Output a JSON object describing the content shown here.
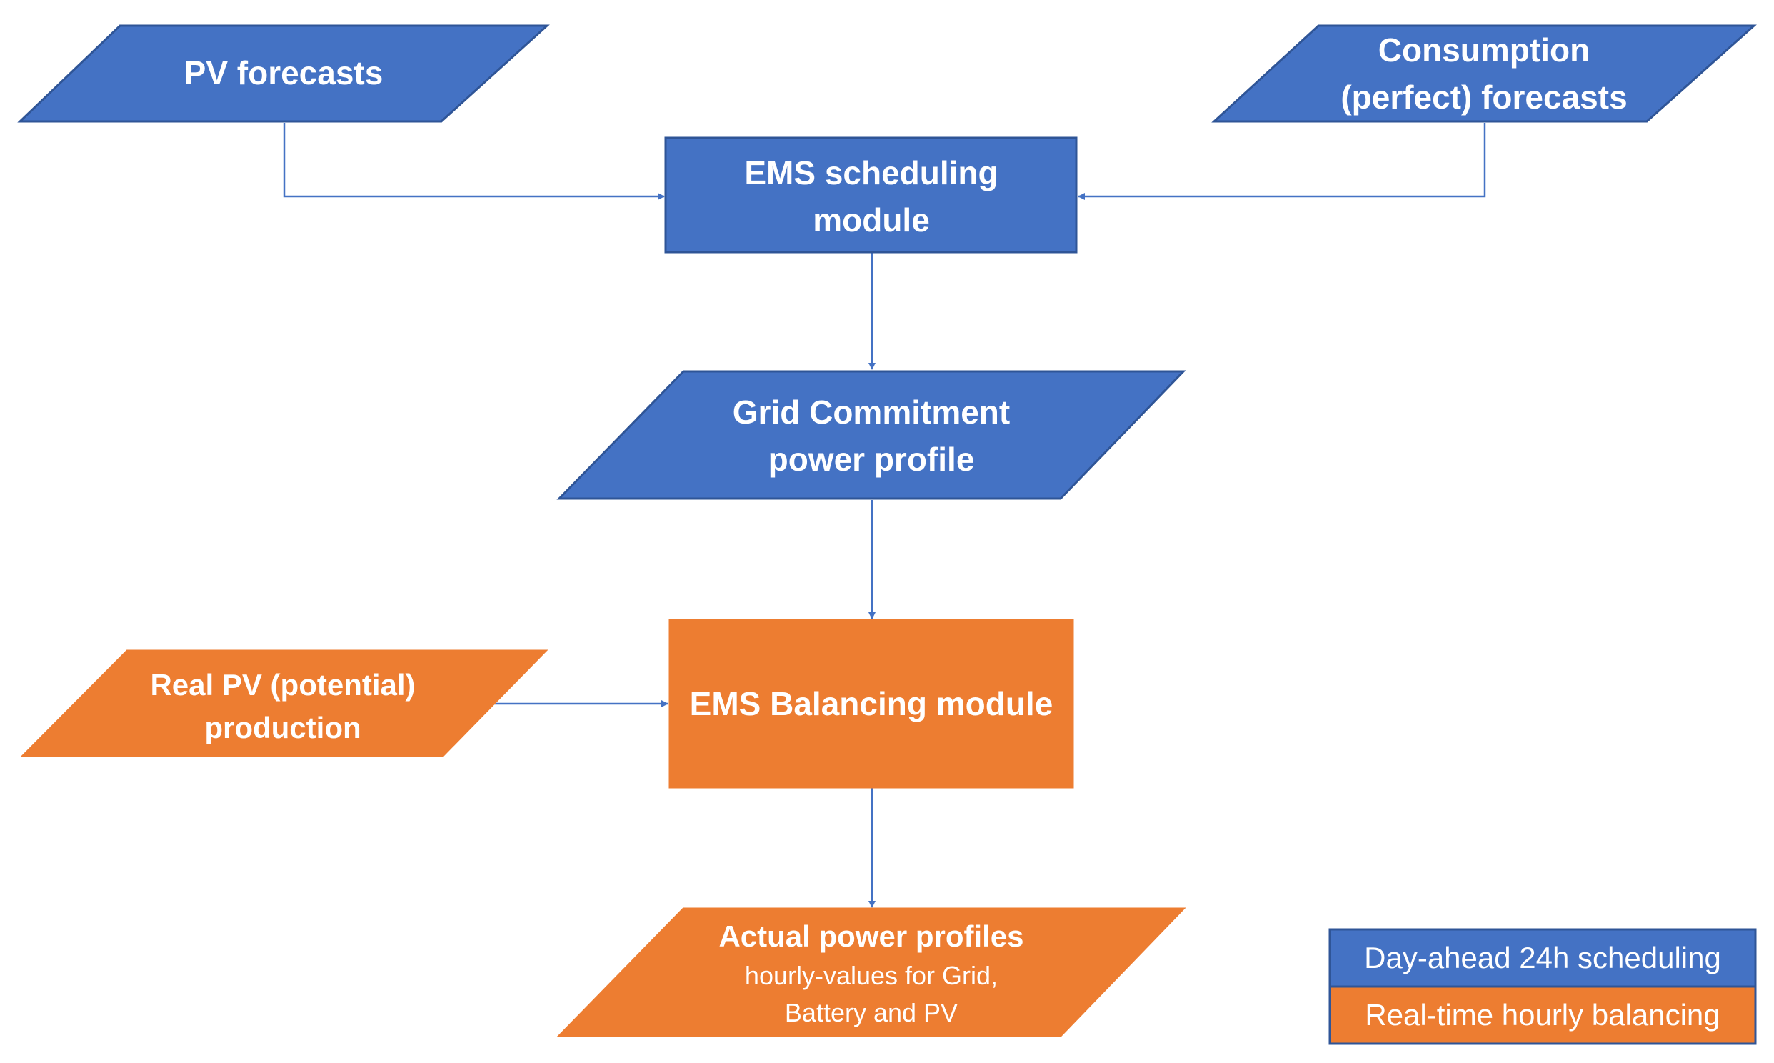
{
  "colors": {
    "day_ahead": "#4472C4",
    "real_time": "#ED7D31",
    "outline": "#2F5597"
  },
  "nodes": {
    "pv_forecasts": {
      "line1": "PV forecasts"
    },
    "consumption_forecasts": {
      "line1": "Consumption",
      "line2": "(perfect) forecasts"
    },
    "ems_scheduling": {
      "line1": "EMS scheduling",
      "line2": "module"
    },
    "grid_commitment": {
      "line1": "Grid Commitment",
      "line2": "power profile"
    },
    "real_pv": {
      "line1": "Real PV (potential)",
      "line2": "production"
    },
    "ems_balancing": {
      "line1": "EMS Balancing module"
    },
    "actual_profiles": {
      "line1": "Actual power profiles",
      "line2": "hourly-values for Grid,",
      "line3": "Battery and PV"
    }
  },
  "legend": {
    "day_ahead": "Day-ahead 24h scheduling",
    "real_time": "Real-time hourly balancing"
  }
}
